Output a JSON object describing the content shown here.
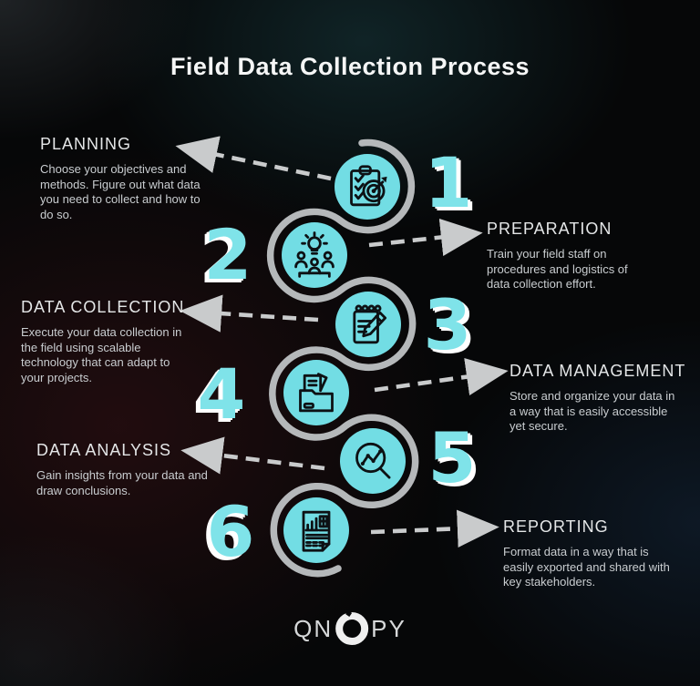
{
  "title": "Field Data Collection Process",
  "steps": [
    {
      "number": "1",
      "title": "PLANNING",
      "description": "Choose your objectives and methods. Figure out what data you need to collect and how to do so.",
      "icon": "clipboard-target-icon",
      "side": "left"
    },
    {
      "number": "2",
      "title": "PREPARATION",
      "description": "Train your field staff on procedures and logistics of data collection effort.",
      "icon": "team-idea-icon",
      "side": "right"
    },
    {
      "number": "3",
      "title": "DATA COLLECTION",
      "description": "Execute your data collection in the field using scalable technology that can adapt to your projects.",
      "icon": "notepad-pencil-icon",
      "side": "left"
    },
    {
      "number": "4",
      "title": "DATA MANAGEMENT",
      "description": "Store and organize your data in a way that is easily accessible yet secure.",
      "icon": "folder-documents-icon",
      "side": "right"
    },
    {
      "number": "5",
      "title": "DATA ANALYSIS",
      "description": "Gain insights from your data and draw conclusions.",
      "icon": "chart-magnifier-icon",
      "side": "left"
    },
    {
      "number": "6",
      "title": "REPORTING",
      "description": "Format data in a way that is easily exported and shared with key stakeholders.",
      "icon": "report-document-icon",
      "side": "right"
    }
  ],
  "brand": {
    "logo_left": "QN",
    "logo_o": "O",
    "logo_right": "PY"
  },
  "colors": {
    "accent_cyan": "#72dde4",
    "number_cyan": "#7fe3e9",
    "number_extrude": "#ffffff",
    "path_gray": "#b5b8ba",
    "arrow_gray": "#c9cbcc",
    "background": "#060708",
    "text_primary": "#e4e6e7",
    "text_secondary": "#c9cdd0"
  }
}
